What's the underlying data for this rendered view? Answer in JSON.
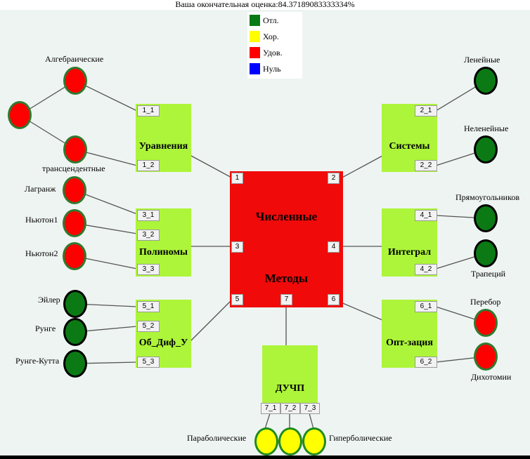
{
  "title": "Ваша окончательная оценка:84.37189083333334%",
  "legend": [
    {
      "label": "Отл.",
      "color": "#0b7a14"
    },
    {
      "label": "Хор.",
      "color": "#ffff00"
    },
    {
      "label": "Удов.",
      "color": "#ff0000"
    },
    {
      "label": "Нуль",
      "color": "#0000ff"
    }
  ],
  "core": {
    "line1": "Численные",
    "line2": "Методы",
    "ports": [
      "1",
      "2",
      "3",
      "4",
      "5",
      "6",
      "7"
    ]
  },
  "modules": {
    "equations": {
      "label": "Уравнения",
      "tags": [
        "1_1",
        "1_2"
      ]
    },
    "systems": {
      "label": "Системы",
      "tags": [
        "2_1",
        "2_2"
      ]
    },
    "polynomials": {
      "label": "Полиномы",
      "tags": [
        "3_1",
        "3_2",
        "3_3"
      ]
    },
    "integral": {
      "label": "Интеграл",
      "tags": [
        "4_1",
        "4_2"
      ]
    },
    "ode": {
      "label": "Об_Диф_У",
      "tags": [
        "5_1",
        "5_2",
        "5_3"
      ]
    },
    "optimization": {
      "label": "Опт-зация",
      "tags": [
        "6_1",
        "6_2"
      ]
    },
    "pde": {
      "label": "ДУЧП",
      "tags": [
        "7_1",
        "7_2",
        "7_3"
      ]
    }
  },
  "nodes": {
    "algebraic": "Алгебраические",
    "transcendental": "трансцендентные",
    "linear": "Ленейные",
    "nonlinear": "Неленейные",
    "lagrange": "Лагранж",
    "newton1": "Ньютон1",
    "newton2": "Ньютон2",
    "rectangles": "Прямоугольников",
    "trapezoids": "Трапеций",
    "euler": "Эйлер",
    "runge": "Рунге",
    "runge_kutta": "Рунге-Кутта",
    "enumeration": "Перебор",
    "dichotomy": "Дихотомии",
    "parabolic": "Параболические",
    "hyperbolic": "Гиперболические"
  }
}
